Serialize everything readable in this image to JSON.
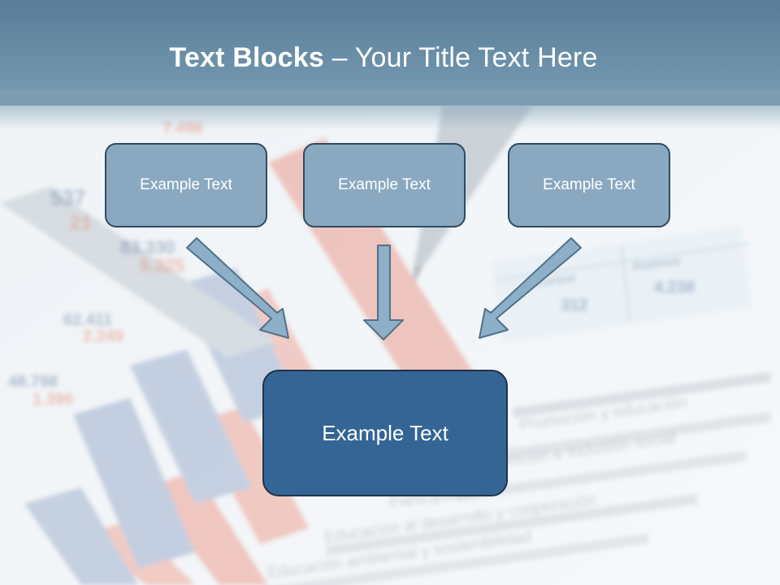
{
  "slide": {
    "title_bold": "Text Blocks",
    "title_rest": " – Your Title Text Here",
    "top_boxes": [
      {
        "label": "Example Text"
      },
      {
        "label": "Example Text"
      },
      {
        "label": "Example Text"
      }
    ],
    "bottom_box": {
      "label": "Example Text"
    }
  },
  "background": {
    "numbers": [
      "537",
      "21",
      "83.330",
      "5.325",
      "62.411",
      "2.249",
      "48.798",
      "1.390",
      "7.496",
      "312",
      "4.238"
    ],
    "table_headers": [
      "Cursos",
      "Alumnos"
    ],
    "text_lines": [
      "Promoción y educación",
      "prevención e inclusión social",
      "Participación",
      "Educación al desarrollo y cooperación",
      "Educación ambiental y sostenibilidad"
    ]
  },
  "colors": {
    "title_band": "#6f93ab",
    "small_box_fill": "#8aa9c0",
    "small_box_border": "#2d4b63",
    "big_box_fill": "#346595",
    "big_box_border": "#1f3346",
    "arrow_fill": "#8db0c8",
    "arrow_border": "#52718a"
  }
}
